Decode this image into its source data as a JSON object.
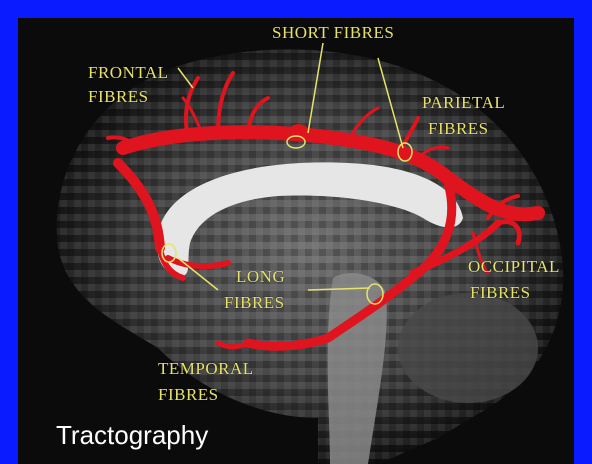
{
  "labels": {
    "short_fibres": "SHORT FIBRES",
    "frontal_fibres_1": "FRONTAL",
    "frontal_fibres_2": "FIBRES",
    "parietal_fibres_1": "PARIETAL",
    "parietal_fibres_2": "FIBRES",
    "occipital_fibres_1": "OCCIPITAL",
    "occipital_fibres_2": "FIBRES",
    "long_fibres_1": "LONG",
    "long_fibres_2": "FIBRES",
    "temporal_fibres_1": "TEMPORAL",
    "temporal_fibres_2": "FIBRES"
  },
  "caption": "Tractography",
  "colors": {
    "border": "#0a1cff",
    "fibres": "#e0141e",
    "labels": "#e7e36a",
    "caption": "#ffffff"
  }
}
